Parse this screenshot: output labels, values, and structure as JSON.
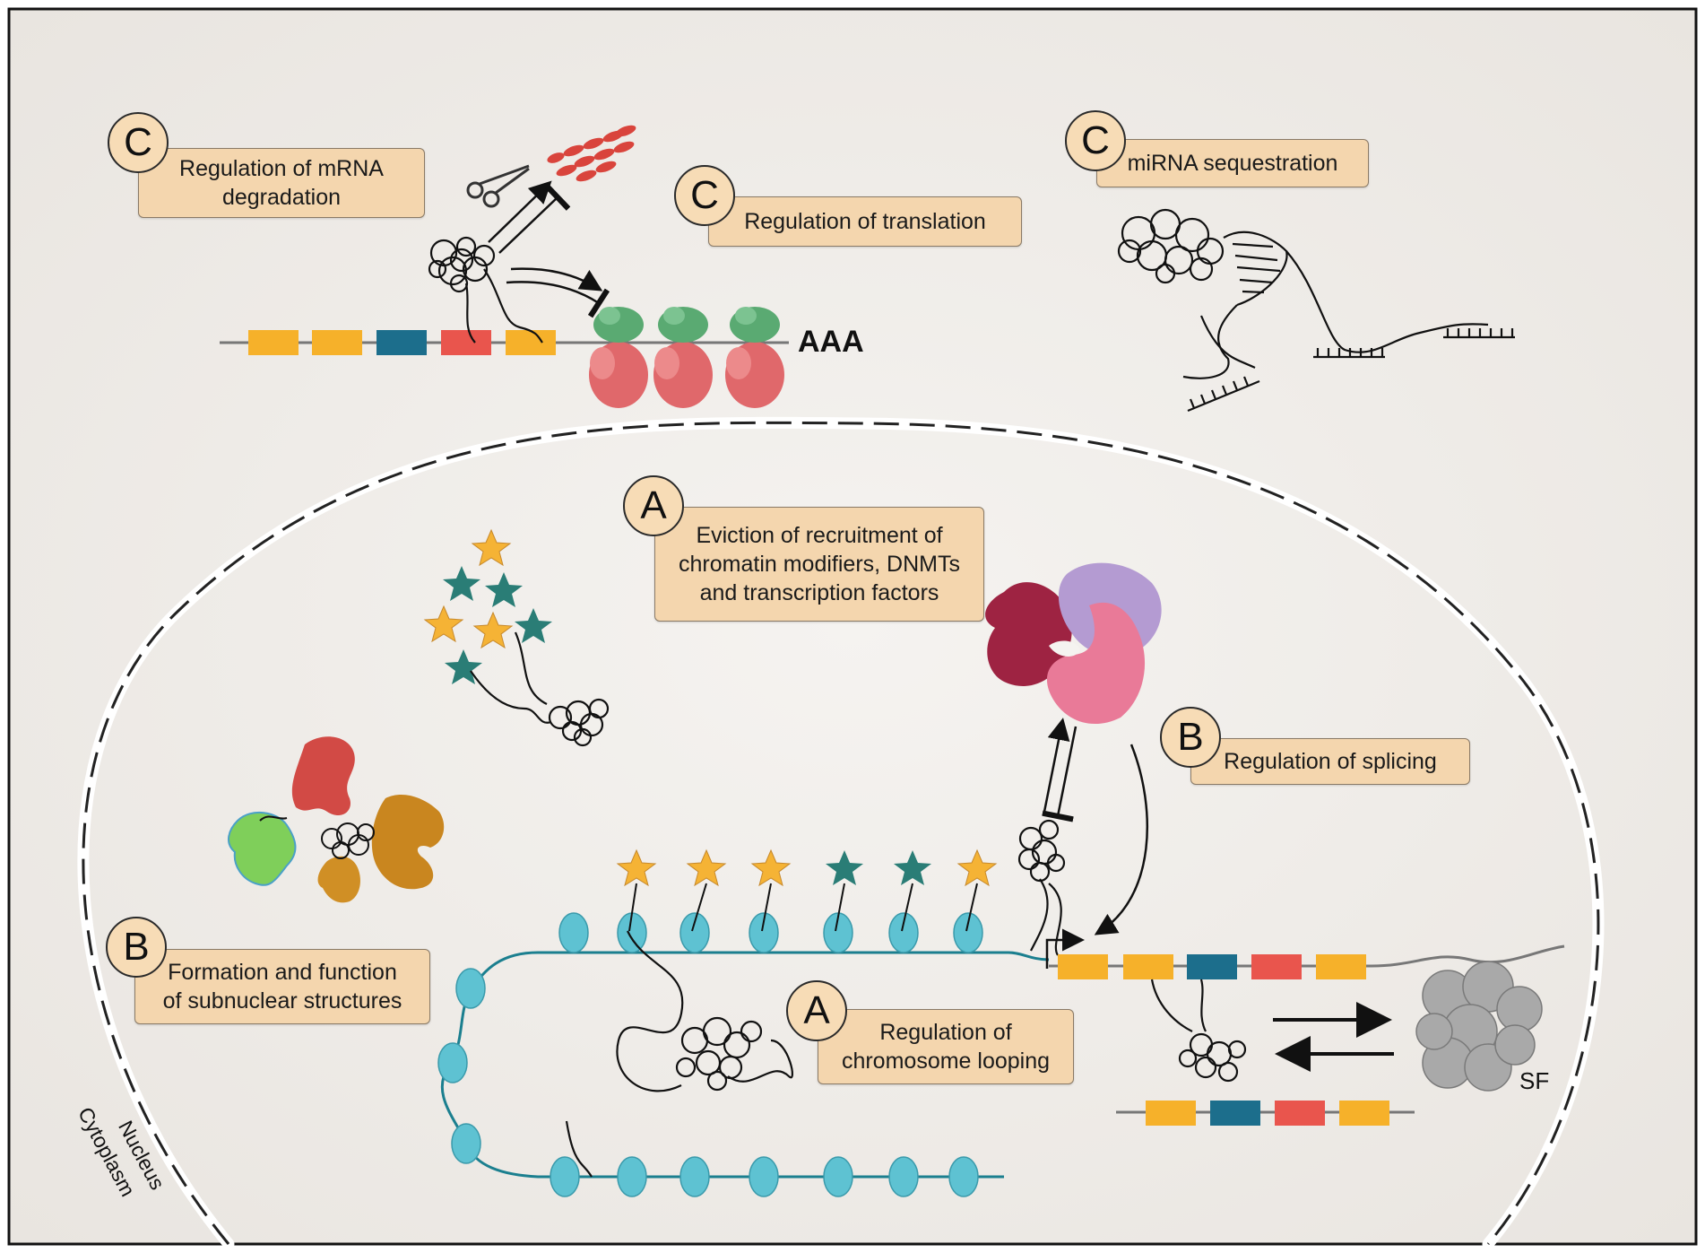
{
  "badges": {
    "c_mrna": "C",
    "c_translation": "C",
    "c_mirna": "C",
    "a_eviction": "A",
    "b_splicing": "B",
    "b_subnuclear": "B",
    "a_looping": "A"
  },
  "labels": {
    "mrna_degradation_1": "Regulation of mRNA",
    "mrna_degradation_2": "degradation",
    "translation": "Regulation of translation",
    "mirna": "miRNA sequestration",
    "eviction_1": "Eviction of recruitment of",
    "eviction_2": "chromatin modifiers, DNMTs",
    "eviction_3": "and transcription factors",
    "splicing": "Regulation of splicing",
    "subnuclear_1": "Formation and function",
    "subnuclear_2": "of subnuclear structures",
    "looping_1": "Regulation of",
    "looping_2": "chromosome looping"
  },
  "text": {
    "poly_a": "AAA",
    "sf": "SF",
    "nucleus": "Nucleus",
    "cytoplasm": "Cytoplasm"
  },
  "colors": {
    "label_fill": "#f4d6ae",
    "exon_yellow": "#f6b12a",
    "exon_blue": "#1c6e8c",
    "exon_red": "#e9554d",
    "nucleosome": "#5ec2d2",
    "chromatin_fiber": "#1b7f8f",
    "star_yellow": "#f5b335",
    "star_teal": "#2a7d76",
    "ribosome_green": "#5aaa72",
    "ribosome_red": "#e0686b"
  }
}
